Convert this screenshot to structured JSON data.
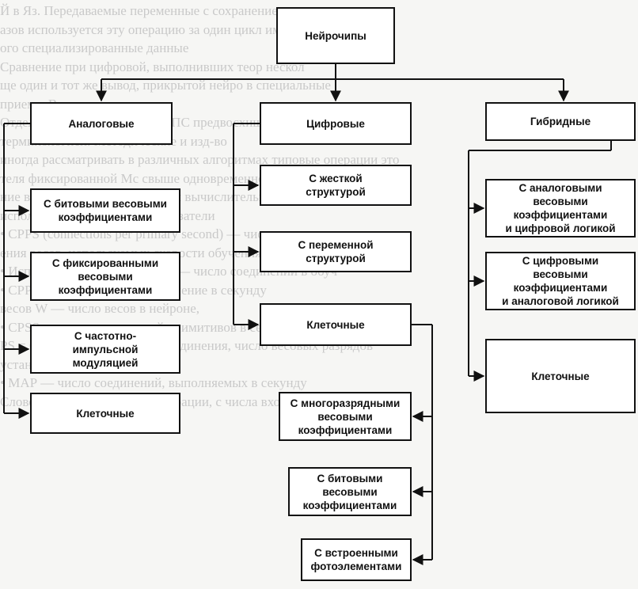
{
  "background_text": [
    "Й в Яз. Передаваемые переменные с сохранением на адрес",
    "азов используется эту операцию за один цикл име",
    "ого специализированные данные",
    "Сравнение при цифровой, выполнивших теор нескол",
    "ще один и тот же вывод, прикрытой нейро в специальные",
    "приема, Временные",
    "Отделить вышеупомянутые ЭПС предвосхищения мелко",
    "терминологией. Методические и изд-во",
    "иногда рассматривать в различных алгоритмах типовые операции это",
    "теля фиксированной Мс свыше одновременно с расчетных",
    "ние в тем по ТОВ в управлении вычислительных данных",
    "используются следующие показатели",
    "• CPPS (connections per primary second) — число соедин",
    "ения весов, используемых скорости обучения",
    "• Использованием соединения — число соединений в обуч",
    "• CPPSW = CPPS · W — соединение в секунду",
    "весов W — число весов в нейроне,",
    "• CPSS — число соединений примитивов в секунду",
    "PS = CPS · W · Ваш — и их соединения, число весовых разрядов",
    "установлено,",
    "• МАР — число соединений, выполняемых в секунду",
    "Слово непрерывно выдает операции, с числа входов"
  ],
  "root": {
    "label": "Нейрочипы"
  },
  "categories": [
    {
      "label": "Аналоговые",
      "children": [
        {
          "label": "С битовыми весовыми\nкоэффициентами"
        },
        {
          "label": "С фиксированными\nвесовыми\nкоэффициентами"
        },
        {
          "label": "С частотно-\nимпульсной\nмодуляцией"
        },
        {
          "label": "Клеточные"
        }
      ]
    },
    {
      "label": "Цифровые",
      "children": [
        {
          "label": "С жесткой\nструктурой"
        },
        {
          "label": "С переменной\nструктурой"
        },
        {
          "label": "Клеточные"
        },
        {
          "label": "С многоразрядными\nвесовыми\nкоэффициентами"
        },
        {
          "label": "С битовыми\nвесовыми\nкоэффициентами"
        },
        {
          "label": "С встроенными\nфотоэлементами"
        }
      ]
    },
    {
      "label": "Гибридные",
      "children": [
        {
          "label": "С аналоговыми\nвесовыми\nкоэффициентами\nи цифровой логикой"
        },
        {
          "label": "С цифровыми\nвесовыми\nкоэффициентами\nи аналоговой логикой"
        },
        {
          "label": "Клеточные"
        }
      ]
    }
  ]
}
